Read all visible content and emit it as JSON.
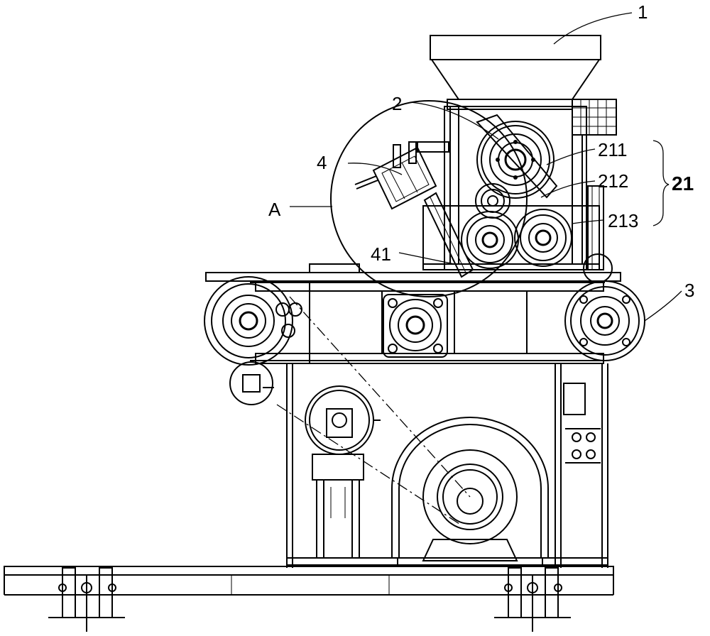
{
  "labels": {
    "hopper": "1",
    "roller_set": "2",
    "conveyor": "3",
    "cutter": "4",
    "roller_a": "211",
    "roller_b": "212",
    "roller_c": "213",
    "roller_group": "21",
    "blade": "41",
    "detail_view": "A"
  }
}
